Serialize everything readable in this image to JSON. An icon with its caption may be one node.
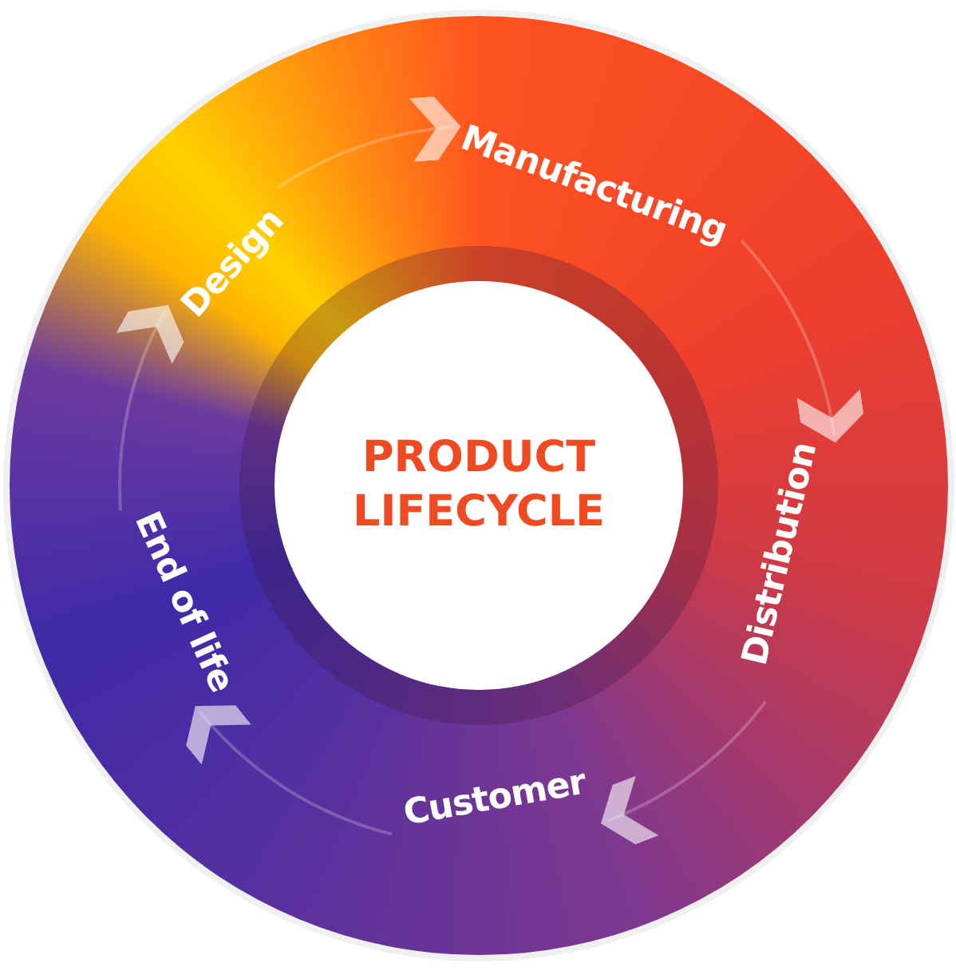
{
  "diagram": {
    "nodes": [
      {
        "text": [
          "PRODUCT LIFECYCLE"
        ]
      },
      {
        "text": [
          "Design"
        ]
      },
      {
        "text": [
          "Manufacturing"
        ]
      },
      {
        "text": [
          "Distribution"
        ]
      },
      {
        "text": [
          "Customer"
        ]
      },
      {
        "text": [
          "End of life"
        ]
      }
    ],
    "edges": [
      {
        "from": 1,
        "to": 2,
        "arrow": "to"
      },
      {
        "from": 2,
        "to": 3,
        "arrow": "to"
      },
      {
        "from": 3,
        "to": 4,
        "arrow": "to"
      },
      {
        "from": 4,
        "to": 5,
        "arrow": "to"
      },
      {
        "from": 5,
        "to": 1,
        "arrow": "to"
      }
    ]
  }
}
